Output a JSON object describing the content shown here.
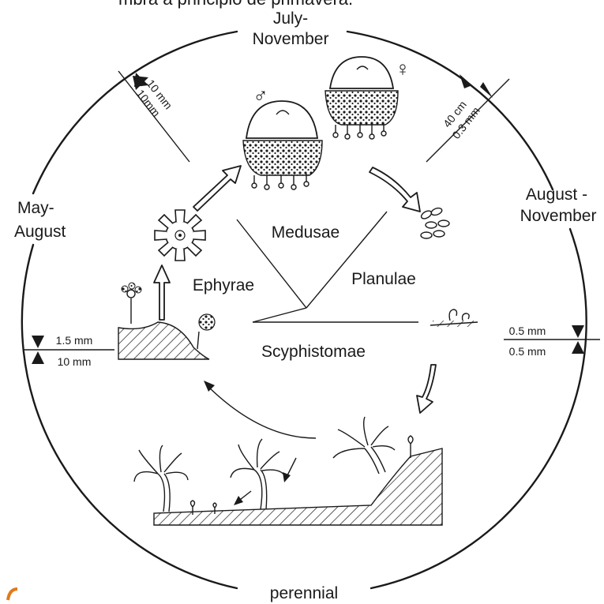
{
  "header": {
    "partial_text": "mbra a principio de primavera."
  },
  "seasons": {
    "top": {
      "line1": "July-",
      "line2": "November"
    },
    "right": {
      "line1": "August -",
      "line2": "November"
    },
    "left": {
      "line1": "May-",
      "line2": "August"
    },
    "bottom": "perennial"
  },
  "sizes": {
    "top_left": {
      "upper": "10 mm",
      "lower": "10mm"
    },
    "top_right": {
      "upper": "40 cm",
      "lower": "0.3 mm"
    },
    "right": {
      "upper": "0.5 mm",
      "lower": "0.5 mm"
    },
    "left": {
      "upper": "1.5 mm",
      "lower": "10 mm"
    }
  },
  "stages": {
    "medusae": "Medusae",
    "planulae": "Planulae",
    "ephyrae": "Ephyrae",
    "scyphistomae": "Scyphistomae"
  },
  "symbols": {
    "male": "♂",
    "female": "♀"
  },
  "colors": {
    "ink": "#1a1a1a",
    "background": "#ffffff",
    "watermark": "#e07a1a"
  }
}
